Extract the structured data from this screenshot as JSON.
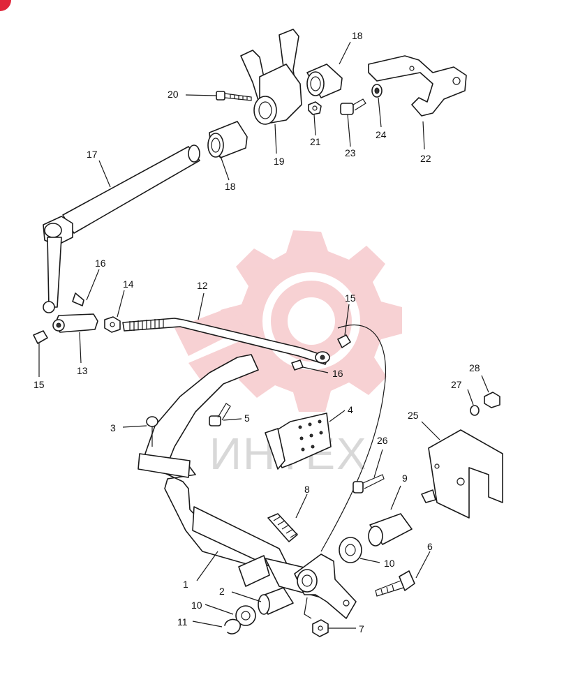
{
  "watermark": {
    "text": "ИНТЕХ",
    "gear_color": "#f6c9cc",
    "text_color": "#d8d8d8"
  },
  "corner_badge": {
    "color": "#e0263a"
  },
  "callouts": {
    "c1": "1",
    "c2": "2",
    "c3": "3",
    "c4": "4",
    "c5": "5",
    "c6": "6",
    "c7": "7",
    "c8": "8",
    "c9": "9",
    "c10a": "10",
    "c10b": "10",
    "c11": "11",
    "c12": "12",
    "c13": "13",
    "c14": "14",
    "c15a": "15",
    "c15b": "15",
    "c16a": "16",
    "c16b": "16",
    "c17": "17",
    "c18a": "18",
    "c18b": "18",
    "c19": "19",
    "c20": "20",
    "c21": "21",
    "c22": "22",
    "c23": "23",
    "c24": "24",
    "c25": "25",
    "c26": "26",
    "c27": "27",
    "c28": "28"
  }
}
